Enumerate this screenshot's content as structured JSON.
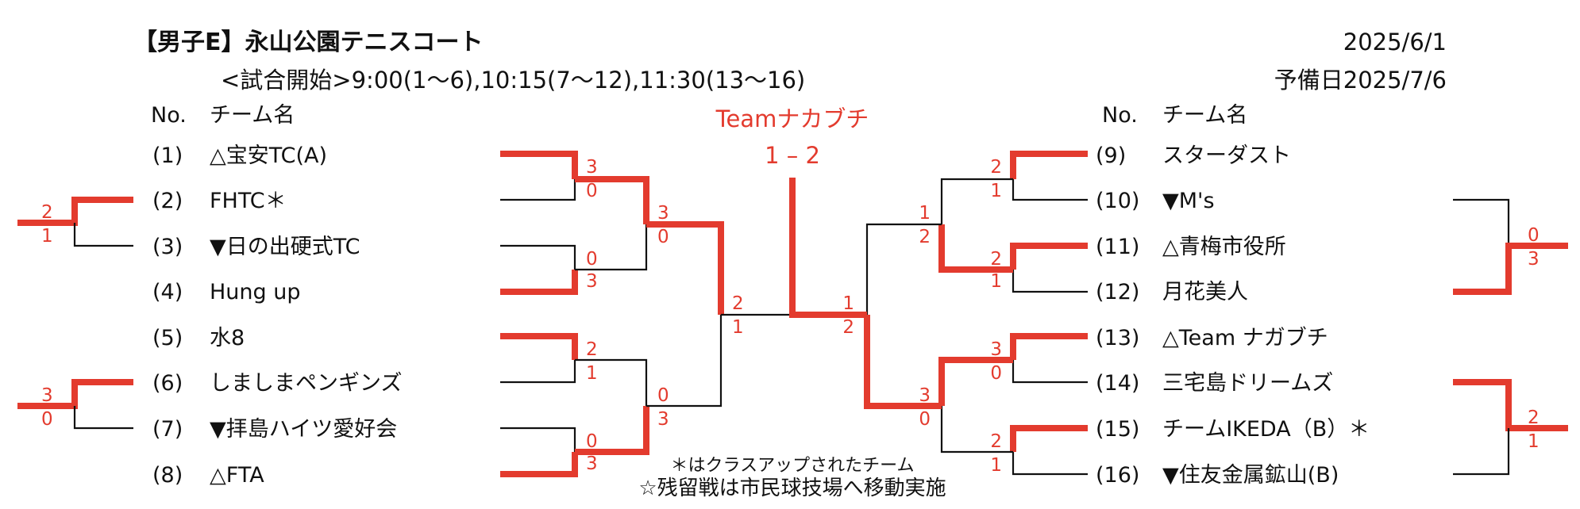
{
  "header": {
    "title": "【男子E】永山公園テニスコート",
    "schedule": "<試合開始>9:00(1～6),10:15(7～12),11:30(13～16)",
    "date": "2025/6/1",
    "reserve": "予備日2025/7/6"
  },
  "columns": {
    "no": "No.",
    "team": "チーム名"
  },
  "final": {
    "winner": "Teamナカブチ",
    "score": "1 – 2"
  },
  "left_teams": [
    {
      "no": "(1)",
      "name": "△宝安TC(A)"
    },
    {
      "no": "(2)",
      "name": "FHTC＊"
    },
    {
      "no": "(3)",
      "name": "▼日の出硬式TC"
    },
    {
      "no": "(4)",
      "name": "Hung up"
    },
    {
      "no": "(5)",
      "name": "水8"
    },
    {
      "no": "(6)",
      "name": "しましまペンギンズ"
    },
    {
      "no": "(7)",
      "name": "▼拝島ハイツ愛好会"
    },
    {
      "no": "(8)",
      "name": "△FTA"
    }
  ],
  "right_teams": [
    {
      "no": "(9)",
      "name": "スターダスト"
    },
    {
      "no": "(10)",
      "name": "▼M's"
    },
    {
      "no": "(11)",
      "name": "△青梅市役所"
    },
    {
      "no": "(12)",
      "name": "月花美人"
    },
    {
      "no": "(13)",
      "name": "△Team ナガブチ"
    },
    {
      "no": "(14)",
      "name": "三宅島ドリームズ"
    },
    {
      "no": "(15)",
      "name": "チームIKEDA（B）＊"
    },
    {
      "no": "(16)",
      "name": "▼住友金属鉱山(B)"
    }
  ],
  "scores": {
    "l1": [
      "3",
      "0"
    ],
    "l2": [
      "0",
      "3"
    ],
    "l3": [
      "2",
      "1"
    ],
    "l4": [
      "0",
      "3"
    ],
    "l5": [
      "3",
      "0"
    ],
    "l6": [
      "0",
      "3"
    ],
    "l7": [
      "2",
      "1"
    ],
    "r1": [
      "2",
      "1"
    ],
    "r2": [
      "2",
      "1"
    ],
    "r3": [
      "3",
      "0"
    ],
    "r4": [
      "2",
      "1"
    ],
    "r5": [
      "1",
      "2"
    ],
    "r6": [
      "3",
      "0"
    ],
    "r7": [
      "1",
      "2"
    ],
    "side_l1": [
      "2",
      "1"
    ],
    "side_l2": [
      "3",
      "0"
    ],
    "side_r1": [
      "0",
      "3"
    ],
    "side_r2": [
      "2",
      "1"
    ]
  },
  "notes": {
    "class_up": "＊はクラスアップされたチーム",
    "remaining": "☆残留戦は市民球技場へ移動実施"
  }
}
